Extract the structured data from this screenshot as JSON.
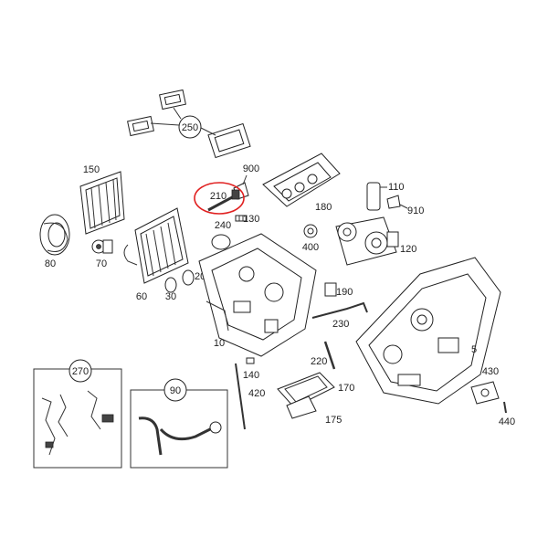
{
  "labels": {
    "l250": "250",
    "l150": "150",
    "l80": "80",
    "l70": "70",
    "l60": "60",
    "l900": "900",
    "l210": "210",
    "l130": "130",
    "l240": "240",
    "l180": "180",
    "l400": "400",
    "l110": "110",
    "l910": "910",
    "l120": "120",
    "l190": "190",
    "l230": "230",
    "l10": "10",
    "l140": "140",
    "l220": "220",
    "l5": "5",
    "l420": "420",
    "l170": "170",
    "l175": "175",
    "l430": "430",
    "l440": "440",
    "l270": "270",
    "l90": "90",
    "l30": "30",
    "l20": "20"
  },
  "highlight": {
    "label": "210",
    "color": "#e02020"
  }
}
